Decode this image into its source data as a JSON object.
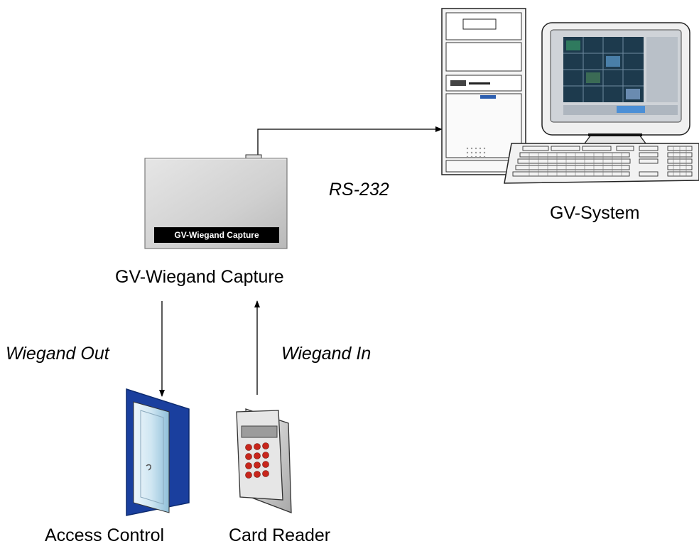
{
  "labels": {
    "gv_system": "GV-System",
    "rs232": "RS-232",
    "capture_device": "GV-Wiegand Capture",
    "capture_plate": "GV-Wiegand Capture",
    "wiegand_out": "Wiegand Out",
    "wiegand_in": "Wiegand In",
    "access_control": "Access Control",
    "card_reader": "Card Reader"
  },
  "icons": {
    "pc_tower": "pc-tower-icon",
    "monitor": "monitor-icon",
    "keyboard": "keyboard-icon",
    "capture_box": "wiegand-capture-device-icon",
    "door": "door-icon",
    "card_reader": "card-reader-icon"
  },
  "colors": {
    "door_blue": "#1a3f9e",
    "keypad_red": "#c8261c",
    "plate_black": "#000000",
    "arrow": "#000000"
  }
}
